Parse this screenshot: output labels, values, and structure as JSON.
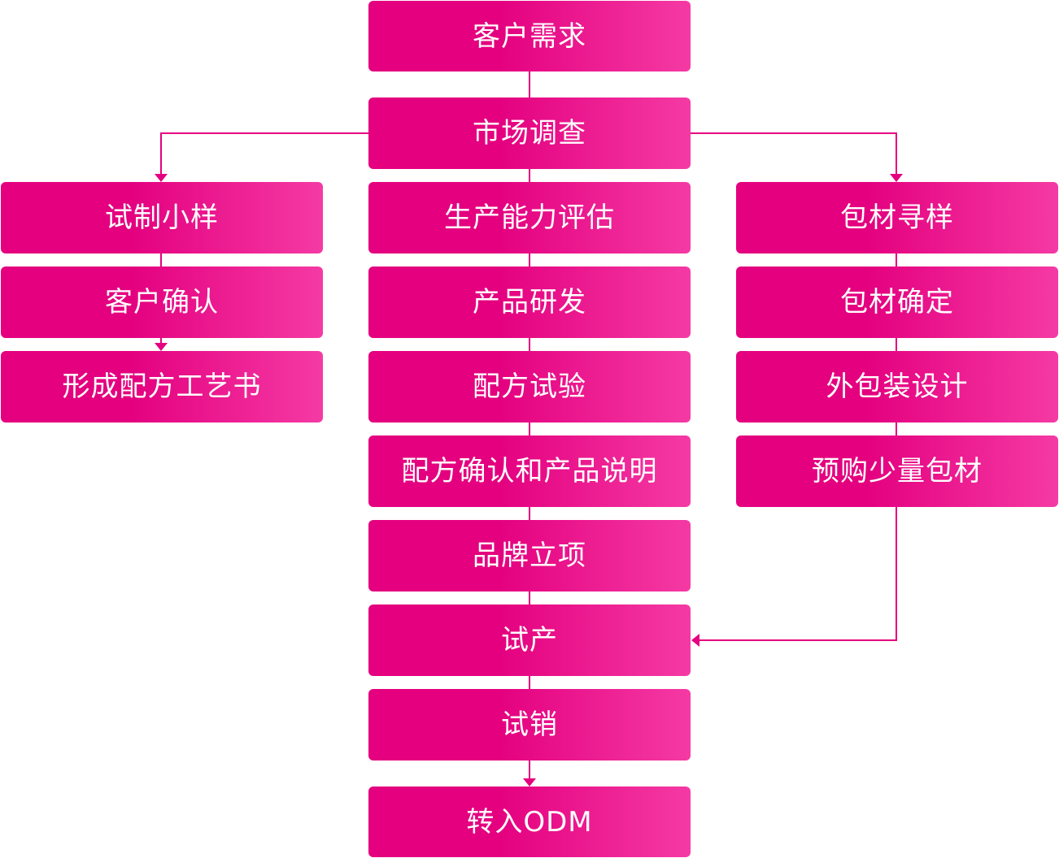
{
  "colors": {
    "node_start": "#e4007f",
    "node_end": "#f53aa4",
    "text": "#ffffff",
    "connector": "#e4007f"
  },
  "nodes": {
    "customer_demand": "客户需求",
    "market_research": "市场调查",
    "trial_sample": "试制小样",
    "customer_confirm": "客户确认",
    "formula_process_doc": "形成配方工艺书",
    "capacity_eval": "生产能力评估",
    "product_dev": "产品研发",
    "formula_test": "配方试验",
    "formula_confirm_desc": "配方确认和产品说明",
    "brand_project": "品牌立项",
    "trial_production": "试产",
    "trial_sales": "试销",
    "to_odm": "转入ODM",
    "packaging_sourcing": "包材寻样",
    "packaging_confirm": "包材确定",
    "outer_package_design": "外包装设计",
    "small_packaging_purchase": "预购少量包材"
  }
}
